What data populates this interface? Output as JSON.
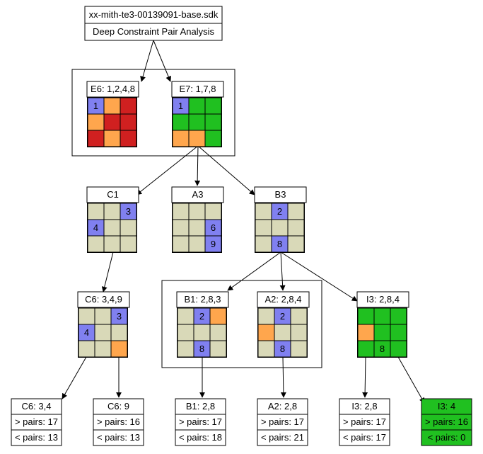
{
  "colors": {
    "empty": "#d9d9b8",
    "blue": "#8080f0",
    "orange": "#ffa64d",
    "red": "#d02020",
    "green": "#20c020",
    "white": "#ffffff"
  },
  "header": {
    "title": "xx-mith-te3-00139091-base.sdk",
    "subtitle": "Deep Constraint Pair Analysis"
  },
  "grids": [
    {
      "id": "e6",
      "label": "E6: 1,2,4,8",
      "cells": [
        [
          "blue",
          "orange",
          "red"
        ],
        [
          "orange",
          "red",
          "red"
        ],
        [
          "red",
          "orange",
          "red"
        ]
      ],
      "values": [
        [
          "1",
          "",
          ""
        ],
        [
          "",
          "",
          ""
        ],
        [
          "",
          "",
          ""
        ]
      ]
    },
    {
      "id": "e7",
      "label": "E7: 1,7,8",
      "cells": [
        [
          "blue",
          "green",
          "green"
        ],
        [
          "green",
          "green",
          "green"
        ],
        [
          "orange",
          "orange",
          "green"
        ]
      ],
      "values": [
        [
          "1",
          "",
          ""
        ],
        [
          "",
          "",
          ""
        ],
        [
          "",
          "",
          ""
        ]
      ]
    },
    {
      "id": "c1",
      "label": "C1",
      "cells": [
        [
          "empty",
          "empty",
          "blue"
        ],
        [
          "blue",
          "empty",
          "empty"
        ],
        [
          "empty",
          "empty",
          "empty"
        ]
      ],
      "values": [
        [
          "",
          "",
          "3"
        ],
        [
          "4",
          "",
          ""
        ],
        [
          "",
          "",
          ""
        ]
      ]
    },
    {
      "id": "a3",
      "label": "A3",
      "cells": [
        [
          "empty",
          "empty",
          "empty"
        ],
        [
          "empty",
          "empty",
          "blue"
        ],
        [
          "empty",
          "empty",
          "blue"
        ]
      ],
      "values": [
        [
          "",
          "",
          ""
        ],
        [
          "",
          "",
          "6"
        ],
        [
          "",
          "",
          "9"
        ]
      ]
    },
    {
      "id": "b3",
      "label": "B3",
      "cells": [
        [
          "empty",
          "blue",
          "empty"
        ],
        [
          "empty",
          "empty",
          "empty"
        ],
        [
          "empty",
          "blue",
          "empty"
        ]
      ],
      "values": [
        [
          "",
          "2",
          ""
        ],
        [
          "",
          "",
          ""
        ],
        [
          "",
          "8",
          ""
        ]
      ]
    },
    {
      "id": "c6",
      "label": "C6: 3,4,9",
      "cells": [
        [
          "empty",
          "empty",
          "blue"
        ],
        [
          "blue",
          "empty",
          "empty"
        ],
        [
          "empty",
          "empty",
          "orange"
        ]
      ],
      "values": [
        [
          "",
          "",
          "3"
        ],
        [
          "4",
          "",
          ""
        ],
        [
          "",
          "",
          ""
        ]
      ]
    },
    {
      "id": "b1",
      "label": "B1: 2,8,3",
      "cells": [
        [
          "empty",
          "blue",
          "orange"
        ],
        [
          "empty",
          "empty",
          "empty"
        ],
        [
          "empty",
          "blue",
          "empty"
        ]
      ],
      "values": [
        [
          "",
          "2",
          ""
        ],
        [
          "",
          "",
          ""
        ],
        [
          "",
          "8",
          ""
        ]
      ]
    },
    {
      "id": "a2",
      "label": "A2: 2,8,4",
      "cells": [
        [
          "empty",
          "blue",
          "empty"
        ],
        [
          "orange",
          "empty",
          "empty"
        ],
        [
          "empty",
          "blue",
          "empty"
        ]
      ],
      "values": [
        [
          "",
          "2",
          ""
        ],
        [
          "",
          "",
          ""
        ],
        [
          "",
          "8",
          ""
        ]
      ]
    },
    {
      "id": "i3",
      "label": "I3: 2,8,4",
      "cells": [
        [
          "green",
          "green",
          "green"
        ],
        [
          "orange",
          "green",
          "green"
        ],
        [
          "green",
          "green",
          "green"
        ]
      ],
      "values": [
        [
          "",
          "",
          ""
        ],
        [
          "",
          "",
          ""
        ],
        [
          "",
          "8",
          ""
        ]
      ]
    }
  ],
  "results": [
    {
      "id": "r-c6-34",
      "label": "C6: 3,4",
      "gt": "> pairs: 17",
      "lt": "< pairs: 13",
      "highlight": false
    },
    {
      "id": "r-c6-9",
      "label": "C6: 9",
      "gt": "> pairs: 16",
      "lt": "< pairs: 13",
      "highlight": false
    },
    {
      "id": "r-b1-28",
      "label": "B1: 2,8",
      "gt": "> pairs: 17",
      "lt": "< pairs: 18",
      "highlight": false
    },
    {
      "id": "r-a2-28",
      "label": "A2: 2,8",
      "gt": "> pairs: 17",
      "lt": "< pairs: 21",
      "highlight": false
    },
    {
      "id": "r-i3-28",
      "label": "I3: 2,8",
      "gt": "> pairs: 17",
      "lt": "< pairs: 17",
      "highlight": false
    },
    {
      "id": "r-i3-4",
      "label": "I3: 4",
      "gt": "> pairs: 16",
      "lt": "< pairs: 0",
      "highlight": true
    }
  ]
}
